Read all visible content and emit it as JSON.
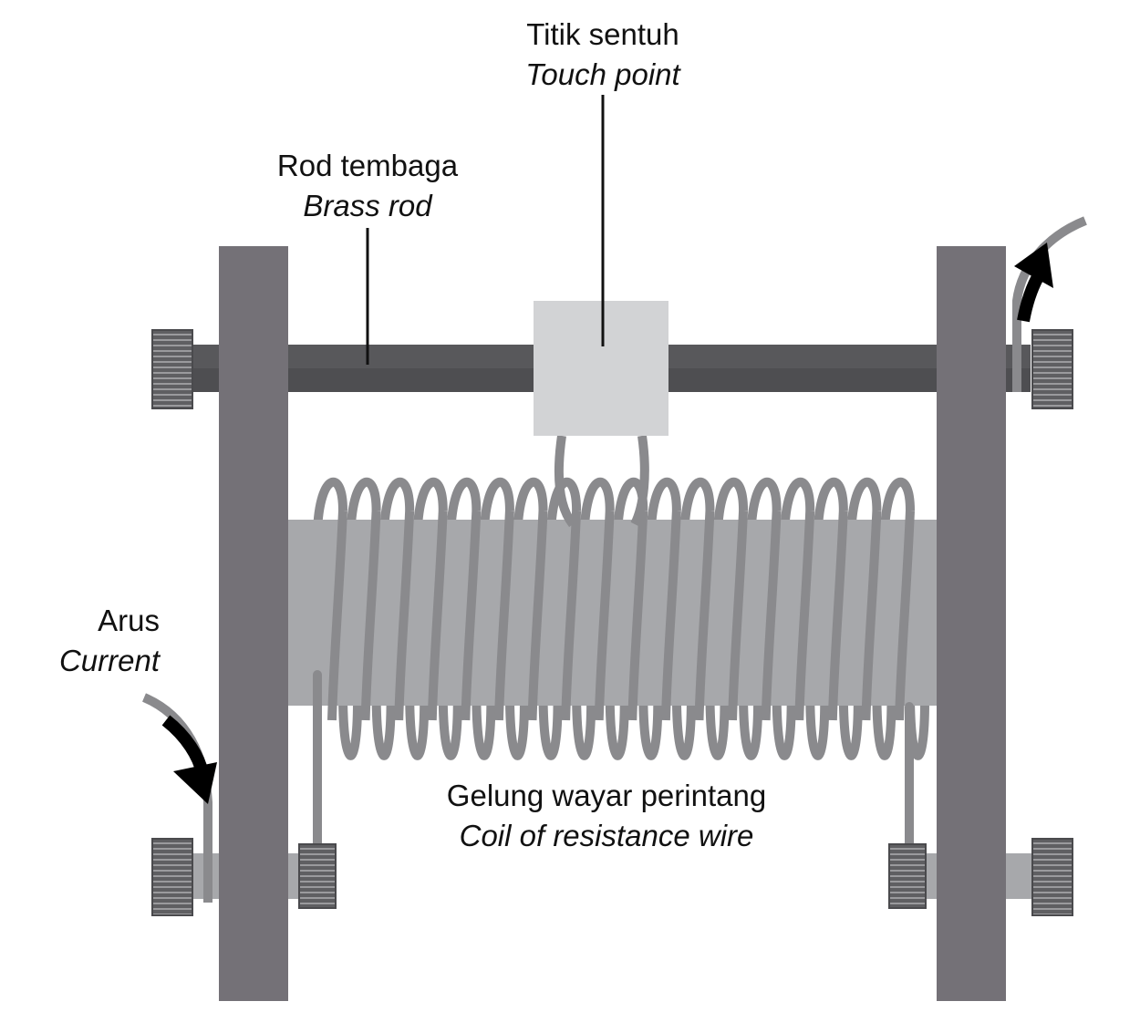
{
  "labels": {
    "touch_point": {
      "ms": "Titik sentuh",
      "en": "Touch point"
    },
    "brass_rod": {
      "ms": "Rod tembaga",
      "en": "Brass rod"
    },
    "current": {
      "ms": "Arus",
      "en": "Current"
    },
    "coil": {
      "ms": "Gelung wayar perintang",
      "en": "Coil of resistance wire"
    }
  },
  "colors": {
    "frame": "#747177",
    "rod": "#58585b",
    "rod_shadow": "#4a4a4d",
    "slider": "#d2d3d5",
    "core": "#a7a8ab",
    "wire": "#8a8a8d",
    "knob": "#5f5f62",
    "leader": "#111111",
    "arrow": "#000000"
  },
  "coil": {
    "turns": 18
  }
}
